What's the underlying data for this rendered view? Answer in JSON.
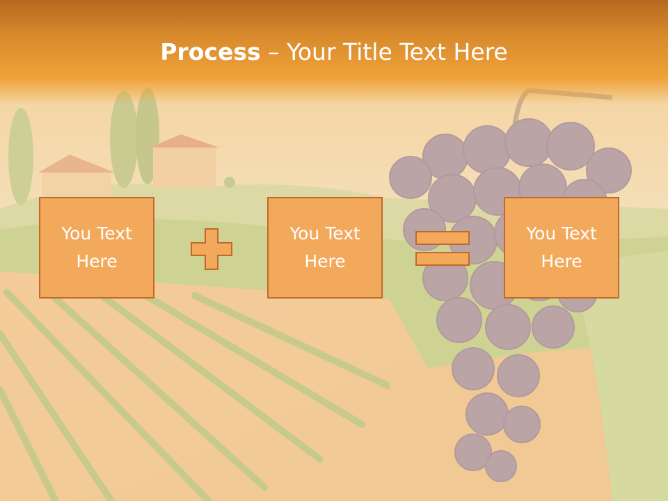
{
  "slide": {
    "title_bold": "Process",
    "title_rest": " – Your Title Text Here",
    "boxes": [
      {
        "text": "You Text Here"
      },
      {
        "text": "You Text Here"
      },
      {
        "text": "You Text Here"
      }
    ],
    "operators": [
      "plus-icon",
      "equals-icon"
    ]
  },
  "colors": {
    "header": "#e89432",
    "box_fill": "#f3a95c",
    "box_border": "#c4682a",
    "text": "#ffffff"
  }
}
